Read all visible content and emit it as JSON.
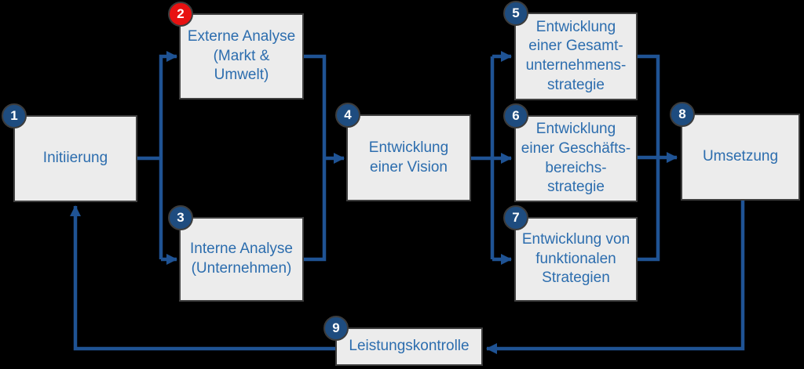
{
  "diagram": {
    "type": "flowchart",
    "language": "de",
    "colors": {
      "background": "#000000",
      "box_fill": "#ECECEC",
      "box_border": "#3F3F3F",
      "text": "#2C6DAE",
      "connector": "#1F5394",
      "badge": "#1E4C7F",
      "badge_highlight": "#E81111",
      "badge_ring": "#3C3C3C",
      "badge_text": "#FFFFFF"
    },
    "boxes": [
      {
        "number": "1",
        "label": "Initiierung",
        "highlighted": false
      },
      {
        "number": "2",
        "label": "Externe Analyse\n(Markt &\nUmwelt)",
        "highlighted": true
      },
      {
        "number": "3",
        "label": "Interne Analyse\n(Unternehmen)",
        "highlighted": false
      },
      {
        "number": "4",
        "label": "Entwicklung\neiner Vision",
        "highlighted": false
      },
      {
        "number": "5",
        "label": "Entwicklung\neiner Gesamt-\nunternehmens-\nstrategie",
        "highlighted": false
      },
      {
        "number": "6",
        "label": "Entwicklung\neiner Geschäfts-\nbereichs-\nstrategie",
        "highlighted": false
      },
      {
        "number": "7",
        "label": "Entwicklung von\nfunktionalen\nStrategien",
        "highlighted": false
      },
      {
        "number": "8",
        "label": "Umsetzung",
        "highlighted": false
      },
      {
        "number": "9",
        "label": "Leistungskontrolle",
        "highlighted": false
      }
    ],
    "connections": [
      "1 -> 2",
      "1 -> 3",
      "2 -> 4",
      "3 -> 4",
      "4 -> 5",
      "4 -> 6",
      "4 -> 7",
      "5 -> 8",
      "6 -> 8",
      "7 -> 8",
      "8 -> 9",
      "9 -> 1"
    ]
  }
}
